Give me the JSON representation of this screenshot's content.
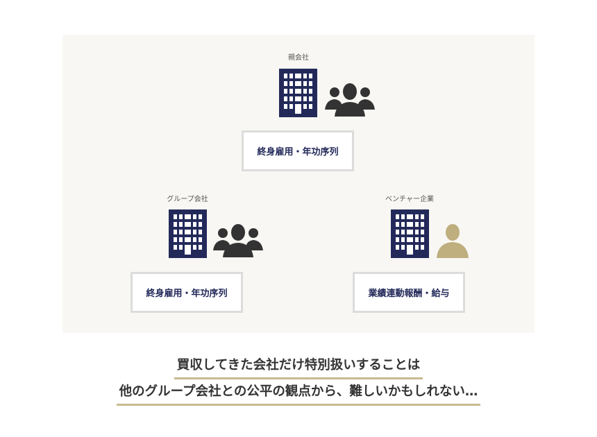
{
  "parent": {
    "label": "親会社",
    "system": "終身雇用・年功序列"
  },
  "group": {
    "label": "グループ会社",
    "system": "終身雇用・年功序列"
  },
  "venture": {
    "label": "ベンチャー企業",
    "system": "業績連動報酬・給与"
  },
  "message": {
    "line1": "買収してきた会社だけ特別扱いすることは",
    "line2": "他のグループ会社との公平の観点から、難しいかもしれない…"
  },
  "colors": {
    "navy": "#232a5a",
    "people": "#333333",
    "gold": "#bfae7e",
    "underline": "#c8b98e",
    "panel": "#f8f7f3"
  }
}
